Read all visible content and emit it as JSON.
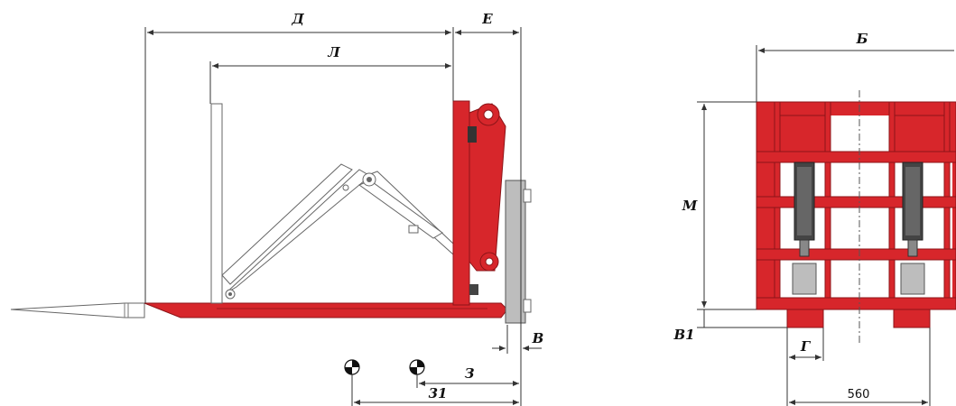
{
  "labels": {
    "D": "Д",
    "E": "Е",
    "L": "Л",
    "B": "В",
    "Z": "З",
    "Z1": "31",
    "Bw": "Б",
    "M": "М",
    "B1": "В1",
    "G": "Г",
    "width560": "560"
  },
  "colors": {
    "frame_red": "#d7262b",
    "carriage_grey": "#bdbdbd",
    "lines": "#333333"
  }
}
